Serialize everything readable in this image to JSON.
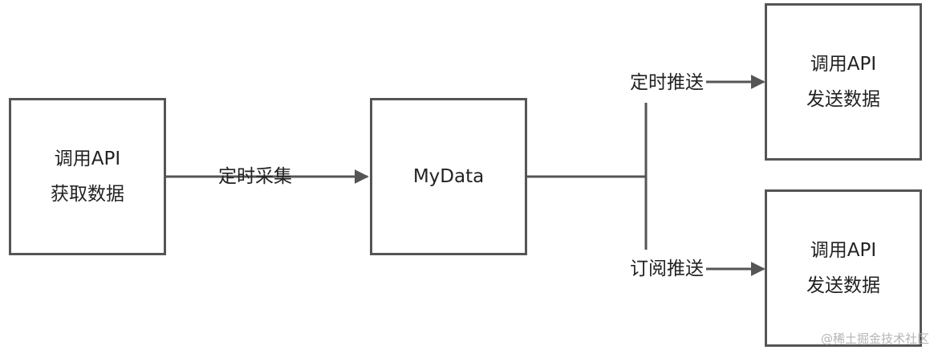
{
  "diagram": {
    "nodes": {
      "source": {
        "line1": "调用API",
        "line2": "获取数据"
      },
      "hub": {
        "line1": "MyData"
      },
      "target_top": {
        "line1": "调用API",
        "line2": "发送数据"
      },
      "target_bottom": {
        "line1": "调用API",
        "line2": "发送数据"
      }
    },
    "edges": {
      "collect": "定时采集",
      "scheduled_push": "定时推送",
      "subscription_push": "订阅推送"
    },
    "colors": {
      "stroke": "#555555",
      "text": "#222222",
      "watermark": "#b5b5b5"
    }
  },
  "watermark": "@稀土掘金技术社区"
}
